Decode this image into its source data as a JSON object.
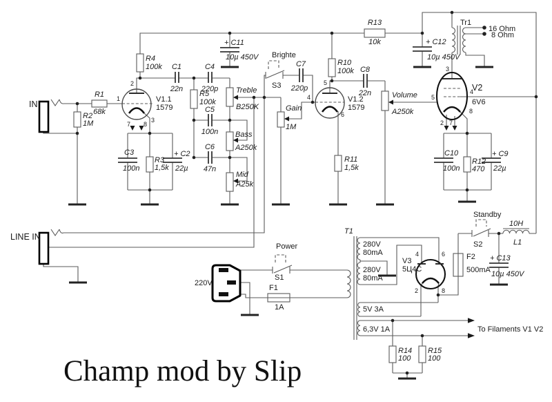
{
  "schematic_title": "Champ mod by Slip",
  "jacks": {
    "input": "IN",
    "line_in": "LINE IN",
    "mains_voltage": "220V"
  },
  "resistors": {
    "r1": {
      "ref": "R1",
      "value": "68k"
    },
    "r2": {
      "ref": "R2",
      "value": "1M"
    },
    "r3": {
      "ref": "R3",
      "value": "1,5k"
    },
    "r4": {
      "ref": "R4",
      "value": "100k"
    },
    "r5": {
      "ref": "R5",
      "value": "100k"
    },
    "r10": {
      "ref": "R10",
      "value": "100k"
    },
    "r11": {
      "ref": "R11",
      "value": "1,5k"
    },
    "r12": {
      "ref": "R12",
      "value": "470"
    },
    "r13": {
      "ref": "R13",
      "value": "10k"
    },
    "r14": {
      "ref": "R14",
      "value": "100"
    },
    "r15": {
      "ref": "R15",
      "value": "100"
    }
  },
  "capacitors": {
    "c1": {
      "ref": "C1",
      "value": "22n"
    },
    "c2": {
      "ref": "+ C2",
      "value": "22µ"
    },
    "c3": {
      "ref": "C3",
      "value": "100n"
    },
    "c4": {
      "ref": "C4",
      "value": "220p"
    },
    "c5": {
      "ref": "C5",
      "value": "100n"
    },
    "c6": {
      "ref": "C6",
      "value": "47n"
    },
    "c7": {
      "ref": "C7",
      "value": "220p"
    },
    "c8": {
      "ref": "C8",
      "value": "22n"
    },
    "c9": {
      "ref": "+ C9",
      "value": "22µ"
    },
    "c10": {
      "ref": "C10",
      "value": "100n"
    },
    "c11": {
      "ref": "+ C11",
      "value": "10µ 450V"
    },
    "c12": {
      "ref": "+ C12",
      "value": "10µ 450V"
    },
    "c13": {
      "ref": "+ C13",
      "value": "10µ 450V"
    }
  },
  "potentiometers": {
    "treble": {
      "name": "Treble",
      "value": "B250K"
    },
    "bass": {
      "name": "Bass",
      "value": "A250k"
    },
    "mid": {
      "name": "Mid",
      "value": "A25k"
    },
    "gain": {
      "name": "Gain",
      "value": "1M"
    },
    "volume": {
      "name": "Volume",
      "value": "A250k"
    }
  },
  "switches": {
    "s1": {
      "ref": "S1",
      "name": "Power"
    },
    "s2": {
      "ref": "S2",
      "name": "Standby"
    },
    "s3": {
      "ref": "S3",
      "name": "Brighte"
    }
  },
  "fuses": {
    "f1": {
      "ref": "F1",
      "value": "1A"
    },
    "f2": {
      "ref": "F2",
      "value": "500mA"
    }
  },
  "tubes": {
    "v11": {
      "ref": "V1.1",
      "type": "1579",
      "pins": {
        "p1": "1",
        "p2": "2",
        "p3": "3",
        "p7": "7",
        "p8": "8"
      }
    },
    "v12": {
      "ref": "V1.2",
      "type": "1579",
      "pins": {
        "p4": "4",
        "p5": "5",
        "p6": "6"
      }
    },
    "v2": {
      "ref": "V2",
      "type": "6V6",
      "pins": {
        "p2": "2",
        "p3": "3",
        "p4": "4",
        "p5": "5",
        "p7": "7",
        "p8": "8"
      }
    },
    "v3": {
      "ref": "V3",
      "type": "5Ц4С",
      "pins": {
        "p2": "2",
        "p4": "4",
        "p6": "6",
        "p8": "8"
      }
    }
  },
  "inductor": {
    "ref": "L1",
    "value": "10H"
  },
  "output_transformer": {
    "ref": "Tr1",
    "taps": {
      "t16": "16 Ohm",
      "t8": "8 Ohm"
    }
  },
  "power_transformer": {
    "ref": "T1",
    "windings": {
      "hv1": {
        "line1": "280V",
        "line2": "80mA"
      },
      "hv2": {
        "line1": "280V",
        "line2": "80mA"
      },
      "rectifier_filament": "5V 3A",
      "heater": "6,3V 1A"
    }
  },
  "notes": {
    "filaments": "To Filaments V1 V2"
  }
}
